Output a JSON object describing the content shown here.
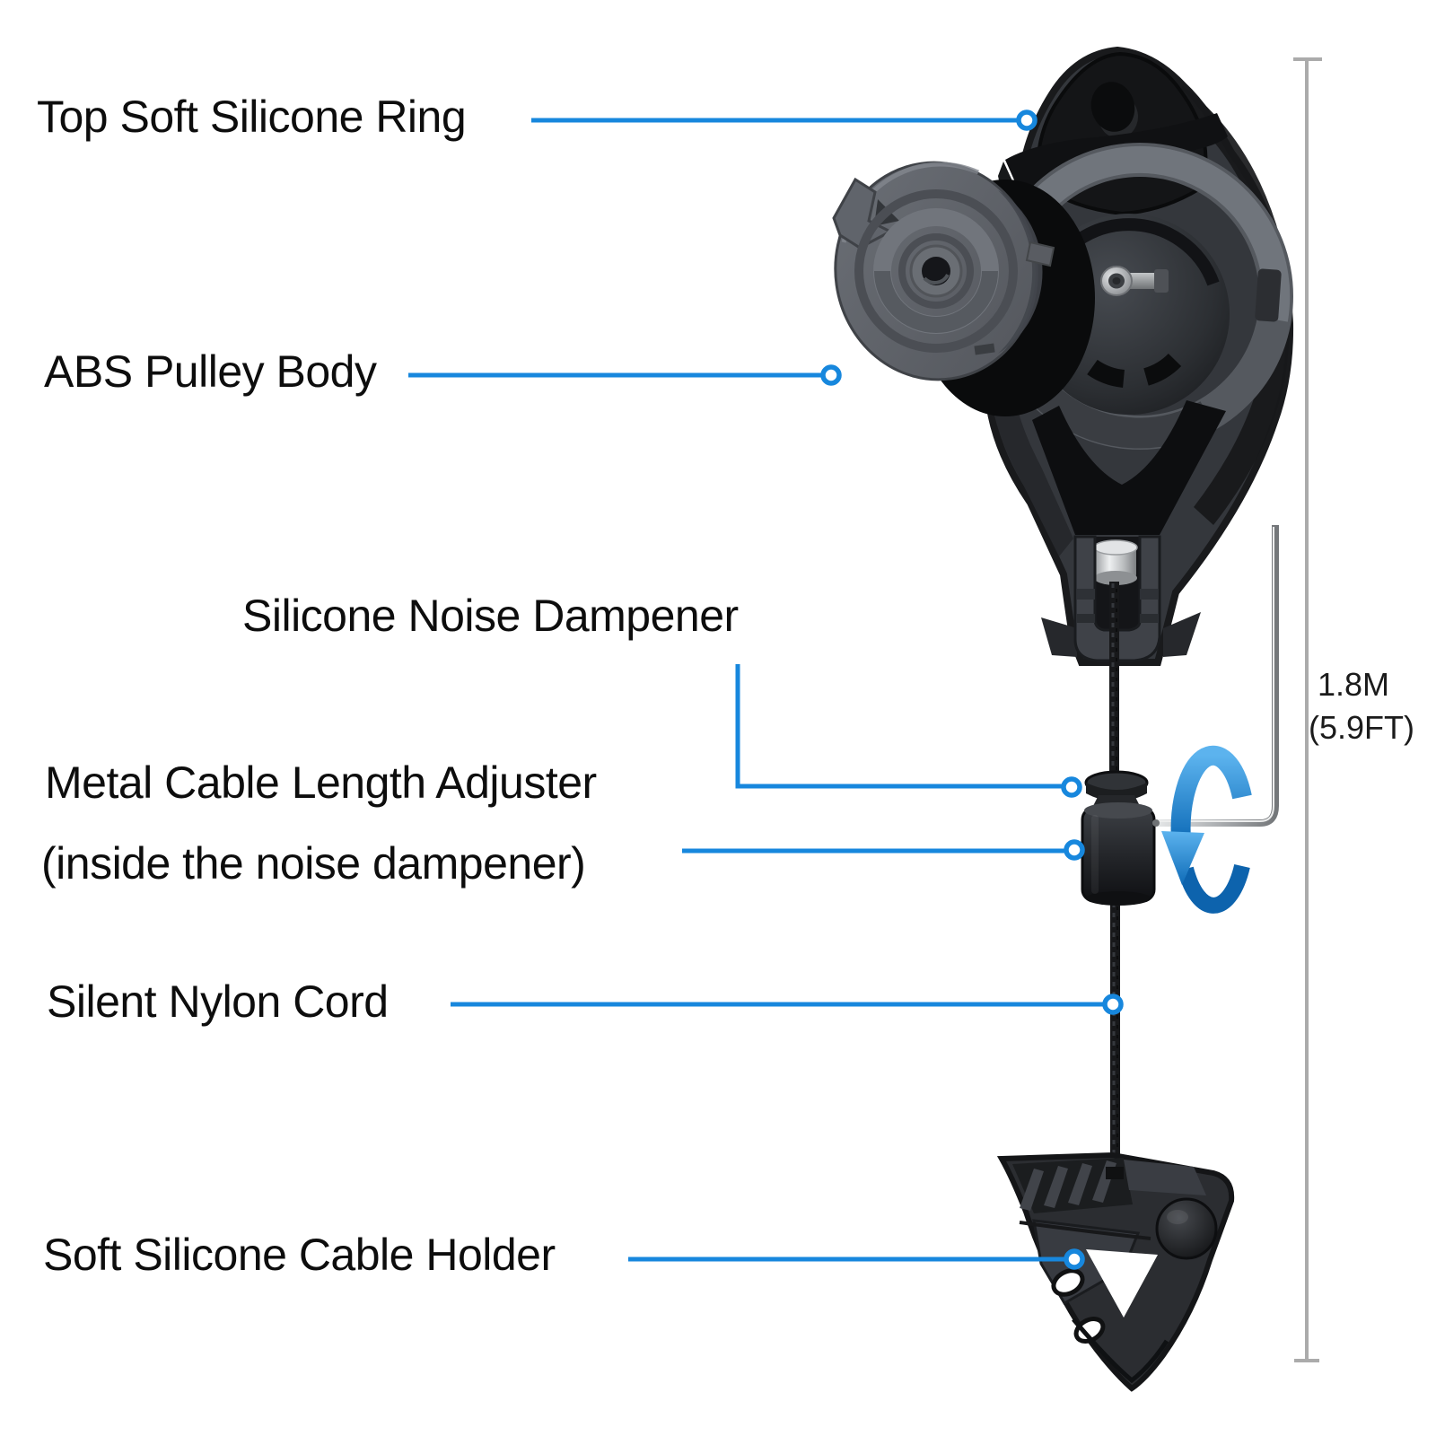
{
  "diagram": {
    "labels": {
      "top_ring": "Top Soft Silicone Ring",
      "pulley_body": "ABS Pulley Body",
      "noise_dampener": "Silicone Noise Dampener",
      "adjuster_line1": "Metal Cable Length Adjuster",
      "adjuster_line2": "(inside the noise dampener)",
      "nylon_cord": "Silent Nylon Cord",
      "cable_holder": "Soft Silicone Cable Holder"
    },
    "measurement": {
      "meters": "1.8M",
      "feet": "(5.9FT)"
    },
    "colors": {
      "accent_blue": "#1787dd",
      "measure_gray": "#ababab",
      "text": "#0d0d0d",
      "background": "#ffffff"
    },
    "parts": [
      "top-silicone-ring-icon",
      "abs-pulley-body-icon",
      "pulley-cover-plate-icon",
      "silicone-noise-dampener-icon",
      "metal-cable-length-adjuster-icon",
      "silent-nylon-cord-icon",
      "soft-silicone-cable-holder-icon",
      "hex-key-icon",
      "rotation-arrow-icon",
      "length-measure-line-icon"
    ]
  }
}
